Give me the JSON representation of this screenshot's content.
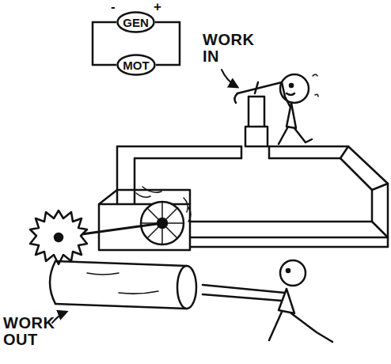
{
  "diagram": {
    "nodes": [
      {
        "text": [
          "GEN"
        ]
      },
      {
        "text": [
          "MOT"
        ]
      }
    ],
    "edges": [
      {
        "from": 0,
        "to": 1,
        "arrow": "none"
      },
      {
        "from": 0,
        "to": 1,
        "arrow": "none"
      }
    ],
    "labels": [
      "-",
      "+",
      "WORK IN",
      "WORK OUT"
    ]
  }
}
